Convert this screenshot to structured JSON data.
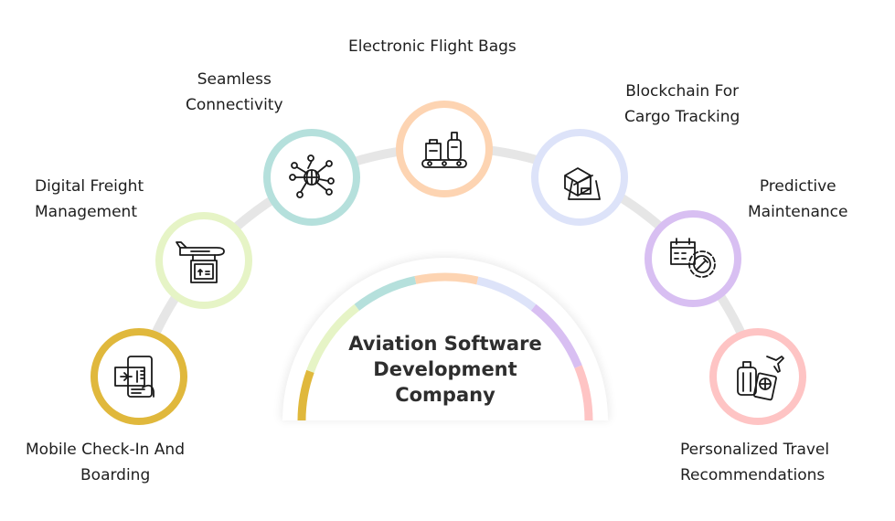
{
  "center_title": [
    "Aviation Software",
    "Development",
    "Company"
  ],
  "nodes": [
    {
      "label": [
        "Mobile Check-In And",
        "Boarding"
      ],
      "icon": "mobile-boarding-pass-icon",
      "color": "#e0b83c"
    },
    {
      "label": [
        "Digital Freight",
        "Management"
      ],
      "icon": "cargo-plane-icon",
      "color": "#e6f4c6"
    },
    {
      "label": [
        "Seamless",
        "Connectivity"
      ],
      "icon": "network-globe-icon",
      "color": "#b5e0dc"
    },
    {
      "label": [
        "Electronic Flight Bags"
      ],
      "icon": "luggage-conveyor-icon",
      "color": "#fdd4b2"
    },
    {
      "label": [
        "Blockchain For",
        "Cargo Tracking"
      ],
      "icon": "laptop-tracking-icon",
      "color": "#dde3f9"
    },
    {
      "label": [
        "Predictive",
        "Maintenance"
      ],
      "icon": "calendar-gear-icon",
      "color": "#d8bff2"
    },
    {
      "label": [
        "Personalized Travel",
        "Recommendations"
      ],
      "icon": "suitcase-passport-icon",
      "color": "#fec4c4"
    }
  ]
}
